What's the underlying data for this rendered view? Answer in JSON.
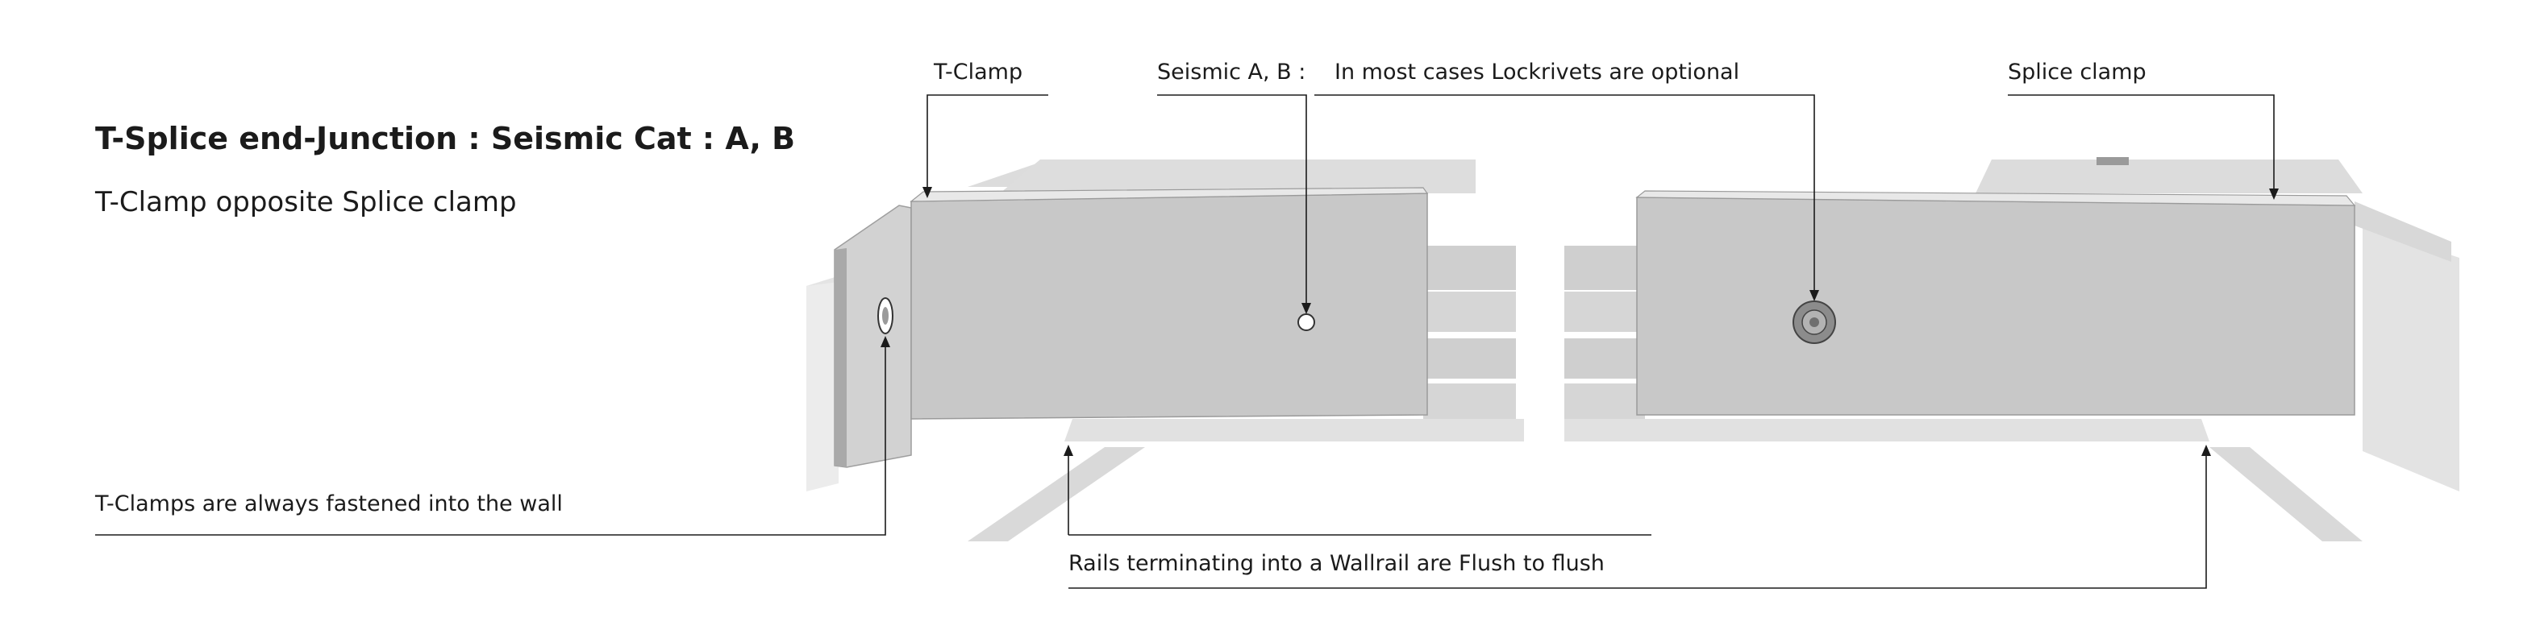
{
  "heading": {
    "title": "T-Splice end-Junction : Seismic Cat : A, B",
    "subtitle": "T-Clamp opposite Splice clamp"
  },
  "callouts": {
    "t_clamp": "T-Clamp",
    "seismic_prefix": "Seismic A, B :",
    "lockrivets": "In most cases Lockrivets are optional",
    "splice_clamp": "Splice clamp",
    "wall_fastening": "T-Clamps are always fastened into the wall",
    "flush": "Rails terminating into a Wallrail are Flush to flush"
  },
  "colors": {
    "text": "#1b1b1b",
    "clamp_face": "#c9c9c9",
    "clamp_top": "#e6e6e6",
    "rail": "#d4d4d4",
    "background_rails": "#dcdcdc",
    "rivet": "#8c8c8c"
  }
}
